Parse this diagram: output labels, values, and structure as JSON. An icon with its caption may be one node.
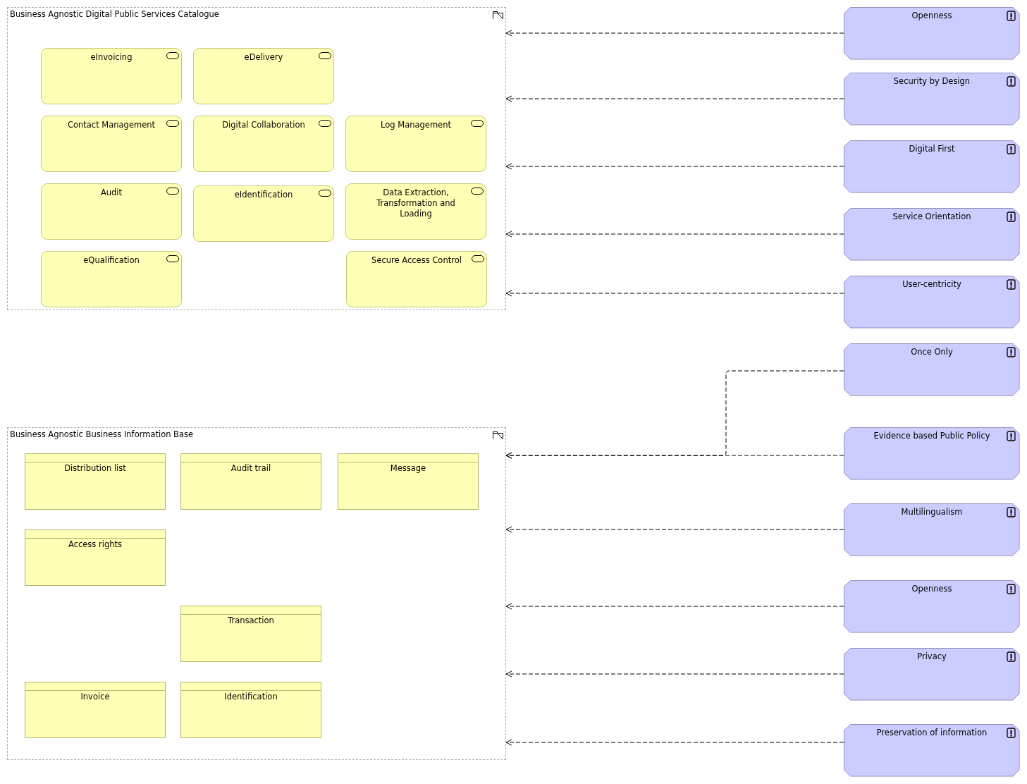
{
  "diagram": {
    "nodes": [
      {
        "text": [
          "Business Agnostic Digital Public Services Catalogue"
        ]
      },
      {
        "text": [
          "eInvoicing"
        ],
        "in": 0
      },
      {
        "text": [
          "eDelivery"
        ],
        "in": 0
      },
      {
        "text": [
          "Contact Management"
        ],
        "in": 0
      },
      {
        "text": [
          "Digital Collaboration"
        ],
        "in": 0
      },
      {
        "text": [
          "Log Management"
        ],
        "in": 0
      },
      {
        "text": [
          "Audit"
        ],
        "in": 0
      },
      {
        "text": [
          "eIdentification"
        ],
        "in": 0
      },
      {
        "text": [
          "Data Extraction, Transformation and Loading"
        ],
        "in": 0
      },
      {
        "text": [
          "eQualification"
        ],
        "in": 0
      },
      {
        "text": [
          "Secure Access Control"
        ],
        "in": 0
      },
      {
        "text": [
          "Business Agnostic Business Information Base"
        ]
      },
      {
        "text": [
          "Distribution list"
        ],
        "in": 11
      },
      {
        "text": [
          "Audit trail"
        ],
        "in": 11
      },
      {
        "text": [
          "Message"
        ],
        "in": 11
      },
      {
        "text": [
          "Access rights"
        ],
        "in": 11
      },
      {
        "text": [
          "Transaction"
        ],
        "in": 11
      },
      {
        "text": [
          "Invoice"
        ],
        "in": 11
      },
      {
        "text": [
          "Identification"
        ],
        "in": 11
      },
      {
        "text": [
          "Openness"
        ]
      },
      {
        "text": [
          "Security by Design"
        ]
      },
      {
        "text": [
          "Digital First"
        ]
      },
      {
        "text": [
          "Service Orientation"
        ]
      },
      {
        "text": [
          "User-centricity"
        ]
      },
      {
        "text": [
          "Once Only"
        ]
      },
      {
        "text": [
          "Evidence based Public Policy"
        ]
      },
      {
        "text": [
          "Multilingualism"
        ]
      },
      {
        "text": [
          "Openness"
        ]
      },
      {
        "text": [
          "Privacy"
        ]
      },
      {
        "text": [
          "Preservation of information"
        ]
      }
    ],
    "edges": [
      {
        "from": 19,
        "to": 0,
        "arrow": "to",
        "style": "dashed"
      },
      {
        "from": 20,
        "to": 0,
        "arrow": "to",
        "style": "dashed"
      },
      {
        "from": 21,
        "to": 0,
        "arrow": "to",
        "style": "dashed"
      },
      {
        "from": 22,
        "to": 0,
        "arrow": "to",
        "style": "dashed"
      },
      {
        "from": 23,
        "to": 0,
        "arrow": "to",
        "style": "dashed"
      },
      {
        "from": 24,
        "to": 11,
        "arrow": "to",
        "style": "dashed"
      },
      {
        "from": 25,
        "to": 11,
        "arrow": "to",
        "style": "dashed"
      },
      {
        "from": 26,
        "to": 11,
        "arrow": "to",
        "style": "dashed"
      },
      {
        "from": 27,
        "to": 11,
        "arrow": "to",
        "style": "dashed"
      },
      {
        "from": 28,
        "to": 11,
        "arrow": "to",
        "style": "dashed"
      },
      {
        "from": 29,
        "to": 11,
        "arrow": "to",
        "style": "dashed"
      }
    ]
  }
}
